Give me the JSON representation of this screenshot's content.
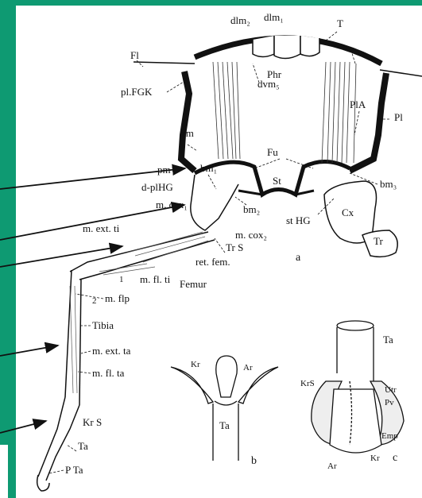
{
  "figure": {
    "panels": {
      "a": "a",
      "b": "b",
      "c": "c"
    },
    "thorax_labels": {
      "dlm2": "dlm₂",
      "dlm1": "dlm₁",
      "T": "T",
      "Fl": "Fl",
      "plFGK": "pl.FGK",
      "Phr": "Phr",
      "dvm5": "dvm₅",
      "Pl": "Pl",
      "zm": "zm",
      "PlA": "PlA",
      "Fu": "Fu",
      "pm": "pm",
      "bm1": "bm₁",
      "bm3": "bm₃",
      "dplHG": "d-plHG",
      "St": "St",
      "mcox1": "m. cox₁",
      "bm2": "bm₂",
      "stHG": "st HG",
      "Cx": "Cx",
      "Tr": "Tr",
      "mcox2": "m. cox₂",
      "TrS": "Tr S",
      "retfem": "ret. fem."
    },
    "leg_labels": {
      "mextti": "m. ext. ti",
      "mflti": "m. fl. ti",
      "Femur": "Femur",
      "n1": "1",
      "n2": "2",
      "mflp": "m. flp",
      "Tibia": "Tibia",
      "mextta": "m. ext. ta",
      "mflta": "m. fl. ta",
      "KrS": "Kr S",
      "Ta": "Ta",
      "PTa": "P Ta"
    },
    "detail_b_labels": {
      "Kr": "Kr",
      "Ar": "Ar",
      "Ta": "Ta"
    },
    "detail_c_labels": {
      "Ta": "Ta",
      "KrS": "KrS",
      "Utr": "Utr",
      "Pv": "Pv",
      "Emp": "Emp",
      "Ar": "Ar",
      "Kr": "Kr"
    }
  }
}
